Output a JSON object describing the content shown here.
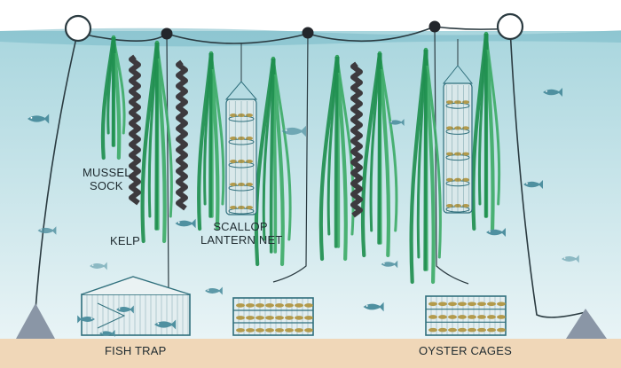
{
  "labels": {
    "mussel_sock": [
      "MUSSEL",
      "SOCK"
    ],
    "kelp": "KELP",
    "scallop_lantern_net": [
      "SCALLOP",
      "LANTERN NET"
    ],
    "fish_trap": "FISH TRAP",
    "oyster_cages": "OYSTER CAGES"
  },
  "colors": {
    "water_top": "#a9d6de",
    "water_bottom": "#e9f4f6",
    "surface_band": "#79b9c6",
    "seafloor": "#f0d7b8",
    "kelp_dark": "#1f8f4f",
    "kelp_light": "#3eab68",
    "mussel": "#3d3a3e",
    "fish": "#4f90a0",
    "cage": "#2f6f7c",
    "oyster": "#b39a4b",
    "rope": "#2a3a40",
    "anchor": "#8a96a6"
  },
  "icons": [
    "surface-buoy",
    "float",
    "kelp-frond",
    "mussel-sock",
    "scallop-lantern-net",
    "fish",
    "fish-trap",
    "oyster-cage",
    "anchor"
  ]
}
